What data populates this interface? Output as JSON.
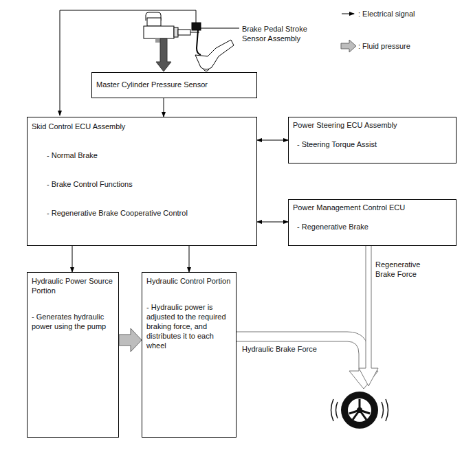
{
  "diagram": {
    "nodes": [
      {
        "text": [
          "Master Cylinder Pressure Sensor"
        ]
      },
      {
        "text": [
          "Skid Control ECU Assembly",
          "- Normal Brake",
          "- Brake Control Functions",
          "- Regenerative Brake Cooperative Control"
        ]
      },
      {
        "text": [
          "Power Steering ECU Assembly",
          "- Steering Torque Assist"
        ]
      },
      {
        "text": [
          "Power Management Control ECU",
          "- Regenerative Brake"
        ]
      },
      {
        "text": [
          "Hydraulic Power Source Portion",
          "- Generates hydraulic power using the pump"
        ]
      },
      {
        "text": [
          "Hydraulic Control Portion",
          "- Hydraulic power is adjusted to the required braking force, and distributes it to each wheel"
        ]
      }
    ],
    "edges": [
      {
        "from": 0,
        "to": 1,
        "arrow": "to"
      },
      {
        "from": 1,
        "to": 2,
        "arrow": "both"
      },
      {
        "from": 1,
        "to": 3,
        "arrow": "both"
      },
      {
        "from": 1,
        "to": 4,
        "arrow": "to"
      },
      {
        "from": 1,
        "to": 5,
        "arrow": "to"
      },
      {
        "from": 4,
        "to": 5,
        "arrow": "to"
      }
    ],
    "labels": [
      "Brake Pedal Stroke Sensor Assembly",
      "Hydraulic Brake Force",
      "Regenerative Brake Force"
    ],
    "legend": [
      {
        "text": ": Electrical signal"
      },
      {
        "text": ": Fluid pressure"
      }
    ]
  }
}
